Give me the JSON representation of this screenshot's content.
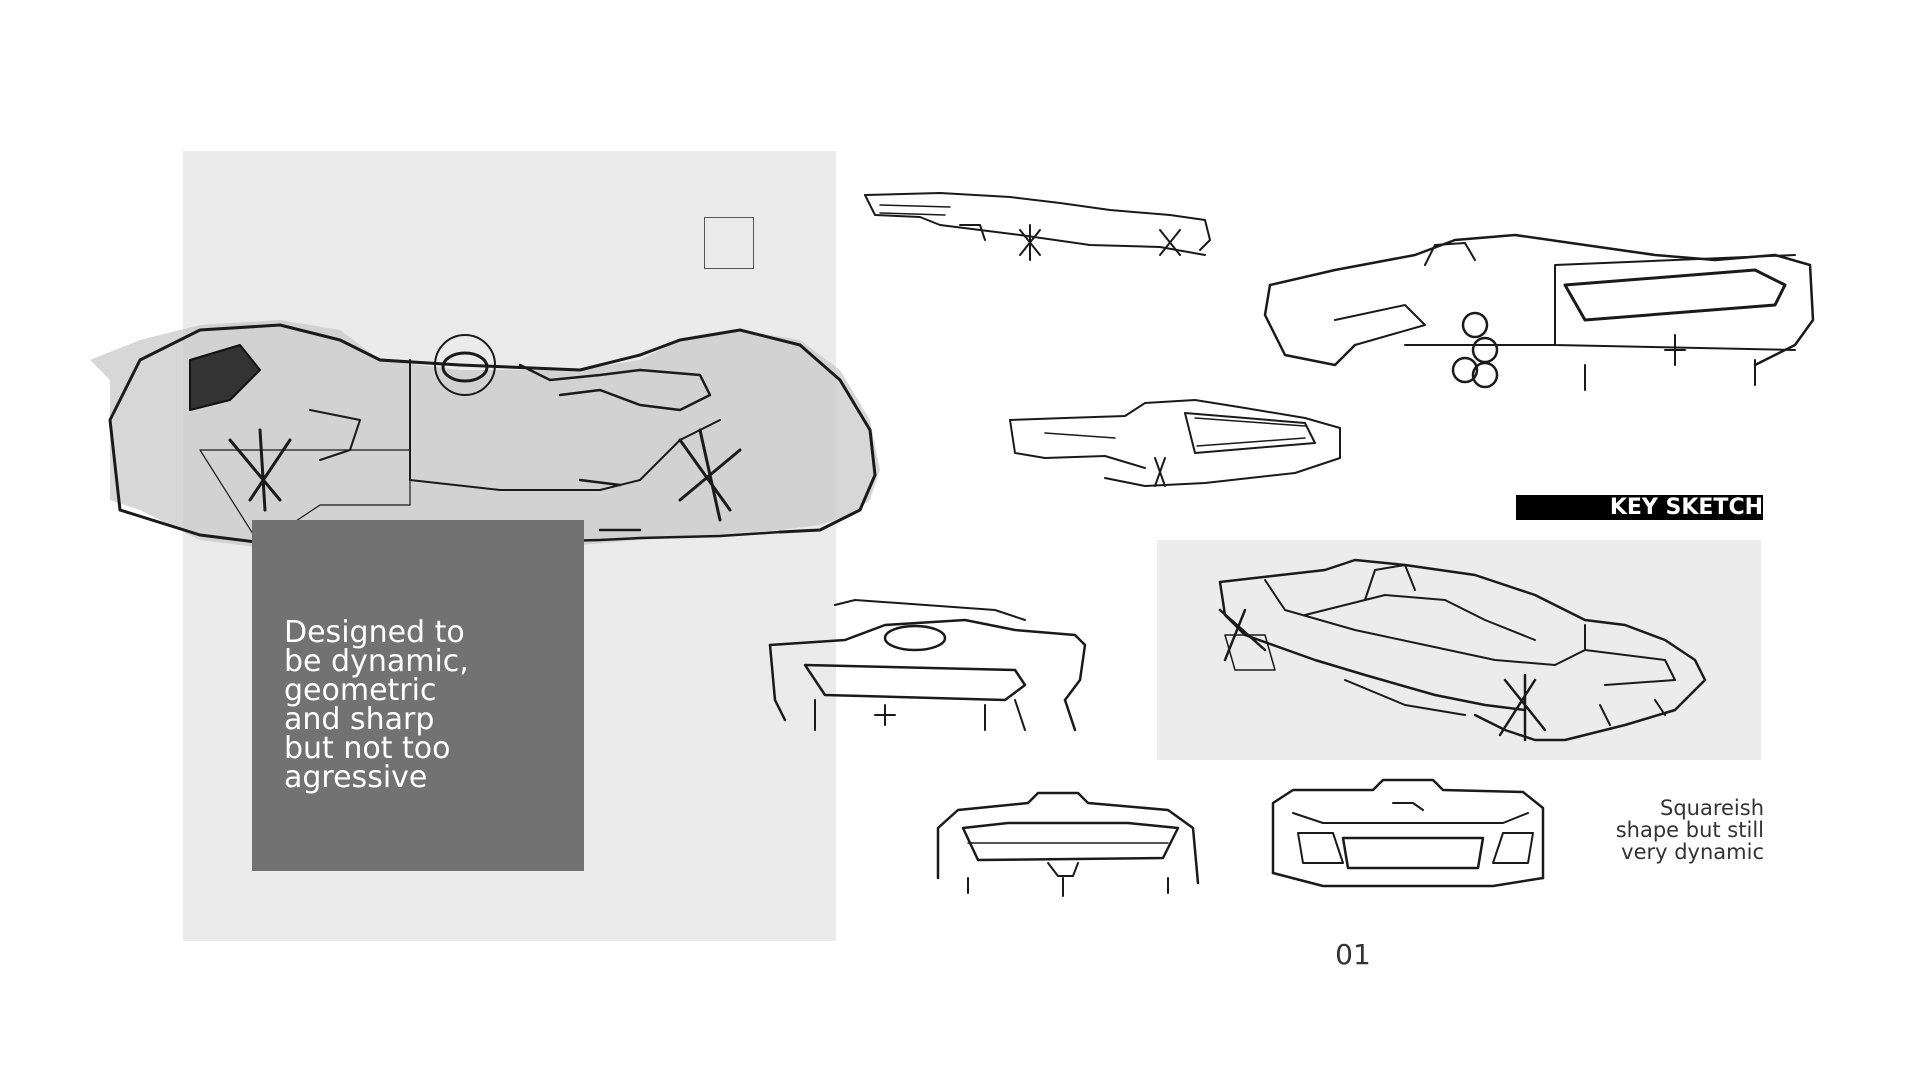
{
  "caption": {
    "text": "Designed to\nbe dynamic,\ngeometric\nand sharp\nbut not too\nagressive"
  },
  "key_label": "KEY SKETCH",
  "side_note": "Squareish\nshape but still\nvery dynamic",
  "page_number": "01",
  "sketches": [
    {
      "name": "top-view-sketch"
    },
    {
      "name": "rear-quarter-sketch-small"
    },
    {
      "name": "rear-three-quarter-sketch-large"
    },
    {
      "name": "rear-view-sketch-mid"
    },
    {
      "name": "rear-view-sketch-left"
    },
    {
      "name": "key-sketch-perspective"
    },
    {
      "name": "rear-view-sketch-bottom-left"
    },
    {
      "name": "rear-view-sketch-bottom-right"
    }
  ],
  "colors": {
    "panel_light": "#ebebeb",
    "caption_box": "#727272",
    "label_background": "#000000",
    "ink": "#1a1a1a"
  }
}
